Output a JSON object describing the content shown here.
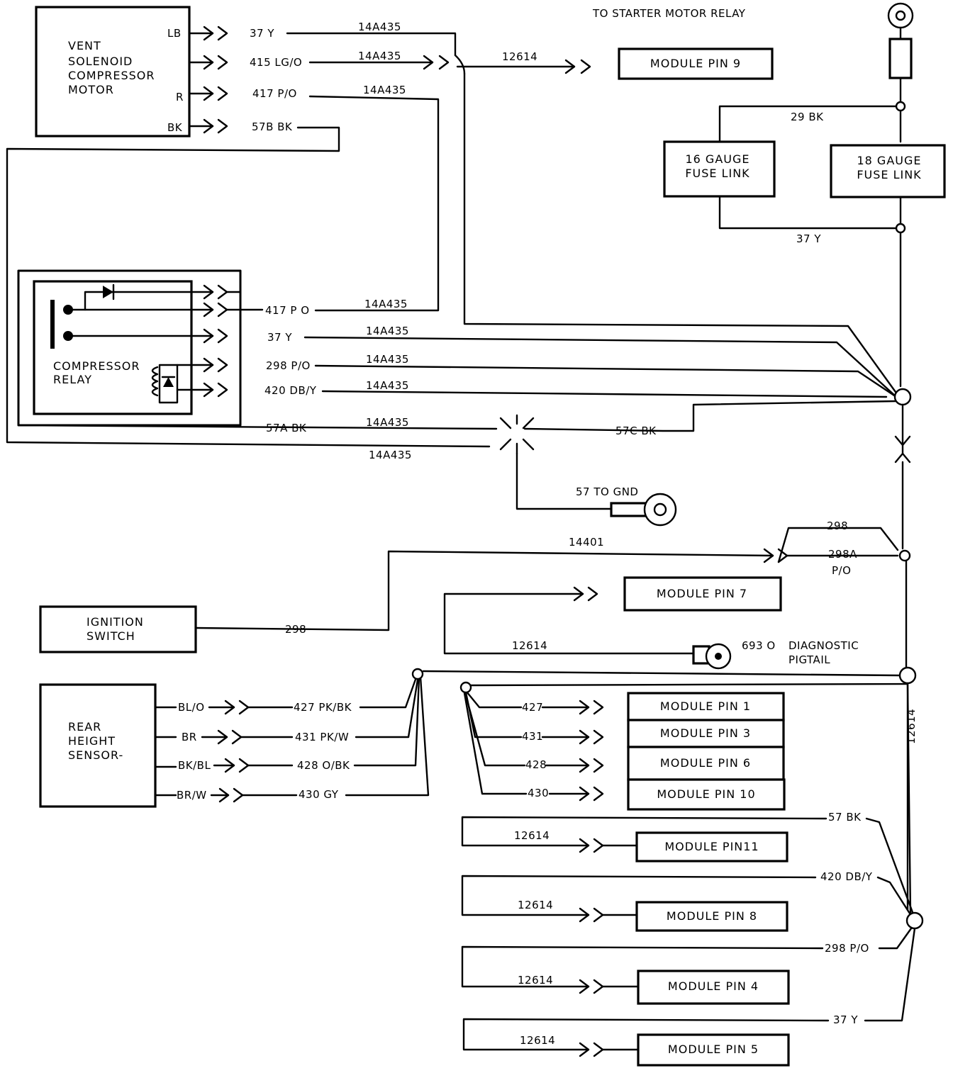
{
  "labels": {
    "starter_relay": "TO STARTER MOTOR RELAY",
    "vent_title": [
      "VENT",
      "SOLENOID",
      "COMPRESSOR",
      "MOTOR"
    ],
    "vent_pins": [
      "LB",
      "R",
      "BK"
    ],
    "wire_37y": "37 Y",
    "wire_415": "415 LG/O",
    "wire_417": "417 P/O",
    "wire_57b": "57B BK",
    "harness": "14A435",
    "harness_12614": "12614",
    "module_pin_9": "MODULE PIN 9",
    "link_29bk": "29 BK",
    "fuse16": [
      "16 GAUGE",
      "FUSE LINK"
    ],
    "fuse18": [
      "18 GAUGE",
      "FUSE LINK"
    ],
    "relay_417": "417 P O",
    "relay_37y": "37 Y",
    "relay_298": "298 P/O",
    "relay_420": "420 DB/Y",
    "relay_title": [
      "COMPRESSOR",
      "RELAY"
    ],
    "wire_57a": "57A BK",
    "wire_57c": "57C BK",
    "gnd": "57 TO GND",
    "ign_harness": "14401",
    "w298": "298",
    "w298a": "298A",
    "w298a_color": "P/O",
    "ignition": [
      "IGNITION",
      "SWITCH"
    ],
    "module_pin_7": "MODULE PIN 7",
    "diag_wire": "693 O",
    "diag": [
      "DIAGNOSTIC",
      "PIGTAIL"
    ],
    "rear": [
      "REAR",
      "HEIGHT",
      "SENSOR-"
    ],
    "rear_pins": [
      "BL/O",
      "BR",
      "BK/BL",
      "BR/W"
    ],
    "rear_wires": [
      "427 PK/BK",
      "431 PK/W",
      "428 O/BK",
      "430 GY"
    ],
    "module_wires": [
      "427",
      "431",
      "428",
      "430"
    ],
    "module_pins_a": [
      "MODULE PIN 1",
      "MODULE PIN 3",
      "MODULE PIN 6",
      "MODULE PIN 10"
    ],
    "right_wires": [
      "57 BK",
      "420 DB/Y",
      "298 P/O",
      "37 Y"
    ],
    "module_pins_b": [
      "MODULE PIN11",
      "MODULE PIN 8",
      "MODULE PIN 4",
      "MODULE PIN 5"
    ],
    "vertical_12614": "12614"
  }
}
